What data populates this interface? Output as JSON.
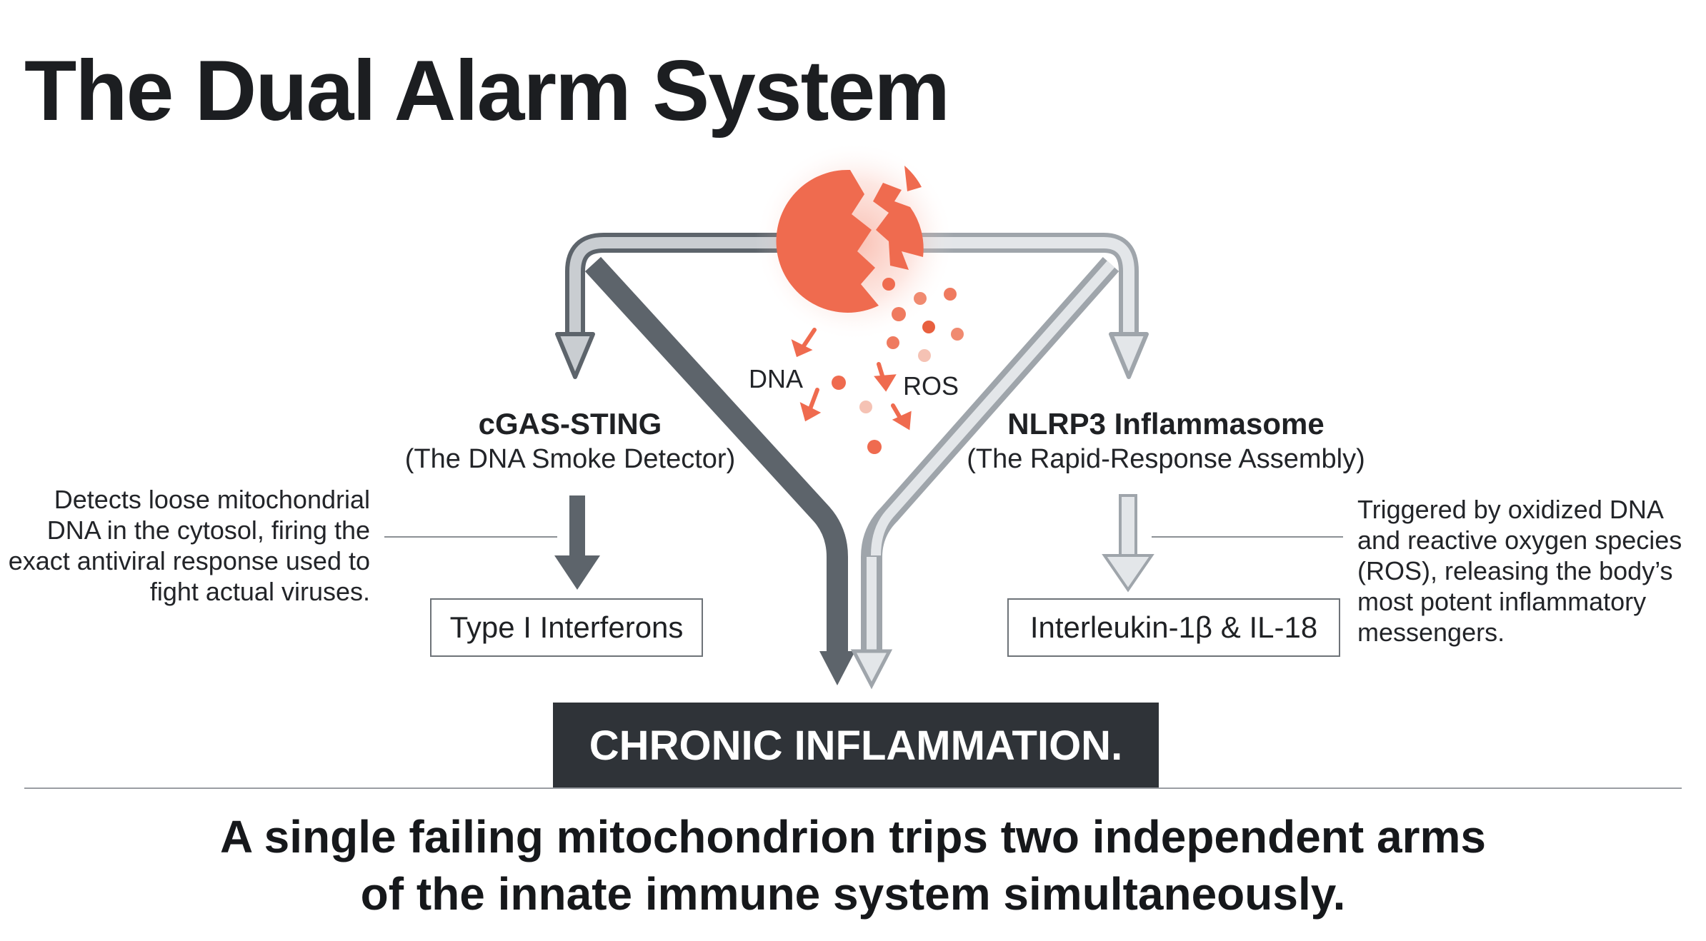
{
  "title": "The Dual Alarm System",
  "source": {
    "dna_label": "DNA",
    "ros_label": "ROS"
  },
  "left_pathway": {
    "name": "cGAS-STING",
    "subtitle": "(The DNA Smoke Detector)",
    "description": "Detects loose mitochondrial DNA in the cytosol, firing the exact antiviral response used to fight actual viruses.",
    "output": "Type I Interferons"
  },
  "right_pathway": {
    "name": "NLRP3 Inflammasome",
    "subtitle": "(The Rapid-Response Assembly)",
    "description": "Triggered by oxidized DNA and reactive oxygen species (ROS), releasing the body’s most potent inflammatory messengers.",
    "output": "Interleukin-1β & IL-18"
  },
  "result": "CHRONIC INFLAMMATION.",
  "caption_line1": "A single failing mitochondrion trips two independent arms",
  "caption_line2": "of the innate immune system simultaneously.",
  "colors": {
    "mitochondrion": "#ef6b4f",
    "glow": "#f7a08c",
    "left_arm": "#6b737b",
    "right_arm": "#b3b8bd",
    "result_bg": "#2f3338"
  }
}
